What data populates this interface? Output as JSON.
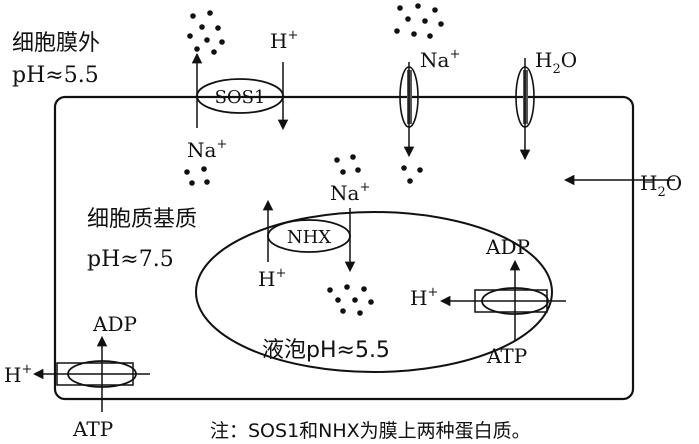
{
  "outside": {
    "title": "细胞膜外",
    "ph": "pH≈5.5"
  },
  "cytoplasm": {
    "title": "细胞质基质",
    "ph": "pH≈7.5"
  },
  "vacuole": {
    "label": "液泡pH≈5.5"
  },
  "proteins": {
    "sos1": "SOS1",
    "nhx": "NHX"
  },
  "ions": {
    "h_plus": "H",
    "plus_sup": "+",
    "na_plus": "Na",
    "water": "H",
    "water_sub": "2",
    "water_o": "O"
  },
  "energy": {
    "adp": "ADP",
    "atp": "ATP"
  },
  "note": "注：SOS1和NHX为膜上两种蛋白质。"
}
